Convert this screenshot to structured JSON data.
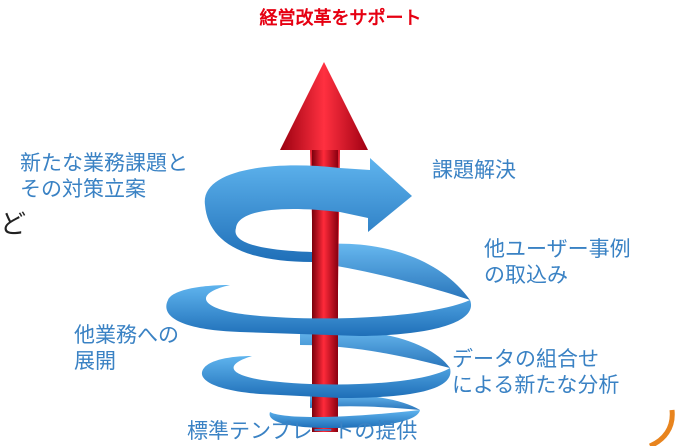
{
  "title": "経営改革をサポート",
  "labels": {
    "new_issues": [
      "新たな業務課題と",
      "その対策立案"
    ],
    "solve": "課題解決",
    "other_users": [
      "他ユーザー事例",
      "の取込み"
    ],
    "expand": [
      "他業務への",
      "展開"
    ],
    "data_combo": [
      "データの組合せ",
      "による新たな分析"
    ],
    "template": "標準テンプレートの提供",
    "cut_text": "ど"
  },
  "colors": {
    "title": "#e60012",
    "label": "#3a82c4",
    "arrow": "#d4001a",
    "spiral": "#2e86d0",
    "accent": "#e8841e"
  }
}
